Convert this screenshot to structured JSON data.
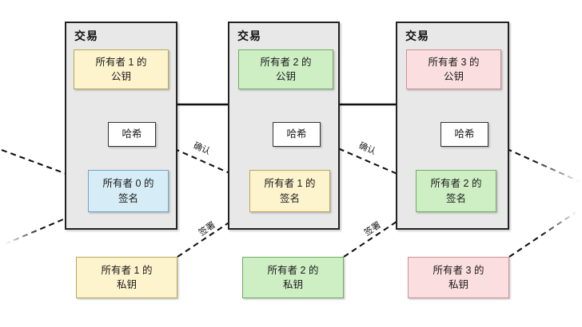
{
  "diagram": {
    "title_text": "交易",
    "hash_label": "哈希",
    "edge_labels": {
      "verify": "确认",
      "sign": "签署"
    },
    "colors": {
      "panel_fill": "#e8e8e8",
      "panel_stroke": "#222222",
      "yellow": "#fdf3cd",
      "green": "#ceeec4",
      "pink": "#fbdedf",
      "blue": "#d6ecf7",
      "white": "#ffffff",
      "line": "#111111"
    },
    "transactions": [
      {
        "title": "交易",
        "public_key": {
          "line1": "所有者 1 的",
          "line2": "公钥",
          "color": "yellow"
        },
        "hash": "哈希",
        "signature": {
          "line1": "所有者 0 的",
          "line2": "签名",
          "color": "blue"
        },
        "verify_label": "确认",
        "sign_label": "签署"
      },
      {
        "title": "交易",
        "public_key": {
          "line1": "所有者 2 的",
          "line2": "公钥",
          "color": "green"
        },
        "hash": "哈希",
        "signature": {
          "line1": "所有者 1 的",
          "line2": "签名",
          "color": "yellow"
        },
        "verify_label": "确认",
        "sign_label": "签署"
      },
      {
        "title": "交易",
        "public_key": {
          "line1": "所有者 3 的",
          "line2": "公钥",
          "color": "pink"
        },
        "hash": "哈希",
        "signature": {
          "line1": "所有者 2 的",
          "line2": "签名",
          "color": "green"
        },
        "verify_label": "确认",
        "sign_label": "签署"
      }
    ],
    "private_keys": [
      {
        "line1": "所有者 1 的",
        "line2": "私钥",
        "color": "yellow"
      },
      {
        "line1": "所有者 2 的",
        "line2": "私钥",
        "color": "green"
      },
      {
        "line1": "所有者 3 的",
        "line2": "私钥",
        "color": "pink"
      }
    ]
  }
}
